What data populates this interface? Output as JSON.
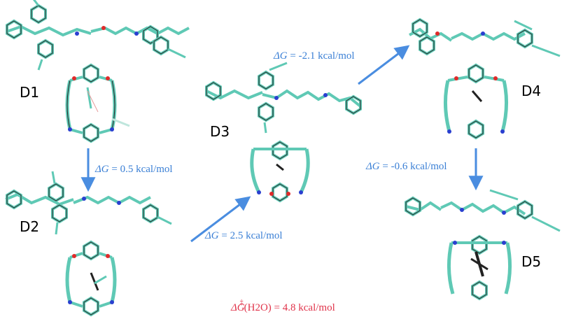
{
  "labels": {
    "d1": "D1",
    "d2": "D2",
    "d3": "D3",
    "d4": "D4",
    "d5": "D5"
  },
  "steps": [
    {
      "id": "d1_d2",
      "symbol": "ΔG",
      "text": " = 0.5 kcal/mol"
    },
    {
      "id": "d2_d3",
      "symbol": "ΔG",
      "text": " = 2.5 kcal/mol"
    },
    {
      "id": "d3_d4",
      "symbol": "ΔG",
      "text": " = -2.1 kcal/mol"
    },
    {
      "id": "d4_d5",
      "symbol": "ΔG",
      "text": " = -0.6 kcal/mol"
    }
  ],
  "barrier": {
    "symbol": "ΔG",
    "superscript": "‡",
    "condition": "(H2O)",
    "text": " = 4.8 kcal/mol"
  },
  "colors": {
    "arrow": "#4a8de0",
    "step_text": "#3a7fd5",
    "barrier_text": "#e0334a",
    "carbon": "#5fc9b5",
    "nitrogen": "#2a3fd0",
    "oxygen": "#e02a2a",
    "hydrogen": "#e6e6e6",
    "outline": "#222222"
  }
}
